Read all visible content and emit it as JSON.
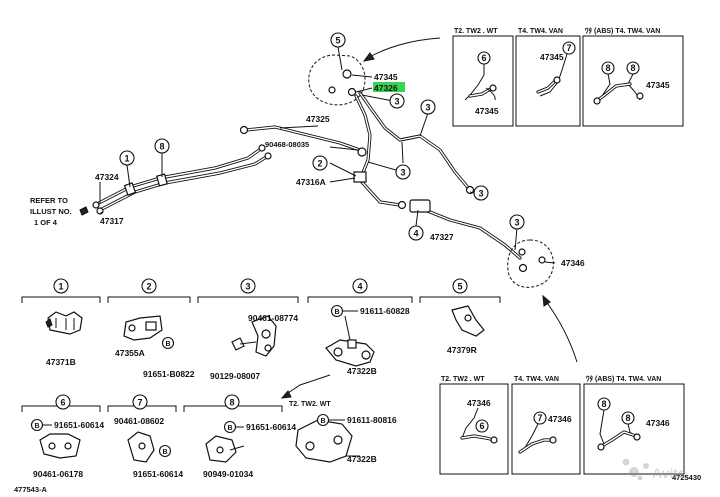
{
  "main_labels": {
    "p47345": "47345",
    "p47326": "47326",
    "p47325": "47325",
    "p90468": "90468-08035",
    "p47316A": "47316A",
    "p47324": "47324",
    "p47317": "47317",
    "p47327": "47327",
    "p47346": "47346",
    "refer_line1": "REFER TO",
    "refer_line2": "ILLUST NO.",
    "refer_line3": "1  OF 4"
  },
  "callouts": {
    "c1": "1",
    "c2": "2",
    "c3": "3",
    "c4": "4",
    "c5": "5",
    "c6": "6",
    "c7": "7",
    "c8": "8",
    "b": "B"
  },
  "top_variants": {
    "v1_header": "T2. TW2 . WT",
    "v1_label": "47345",
    "v2_header": "T4. TW4. VAN",
    "v2_label": "47345",
    "v3_header": "ﾜﾀ (ABS) T4. TW4. VAN",
    "v3_label": "47345"
  },
  "detail_parts": {
    "d1": "47371B",
    "d2a": "47355A",
    "d2b": "91651-B0822",
    "d3a": "90461-08774",
    "d3b": "90129-08007",
    "d4a": "91611-60828",
    "d4b": "47322B",
    "d5": "47379R",
    "d6a": "91651-60614",
    "d6b": "90461-06178",
    "d7a": "90461-08602",
    "d7b": "91651-60614",
    "d8a": "91651-60614",
    "d8b": "90949-01034",
    "inset_header": "T2. TW2. WT",
    "inset_a": "91611-80816",
    "inset_b": "47322B"
  },
  "bottom_variants": {
    "v1_header": "T2. TW2 . WT",
    "v1_label": "47346",
    "v2_header": "T4. TW4. VAN",
    "v2_label": "47346",
    "v3_header": "ﾜﾀ (ABS) T4. TW4. VAN",
    "v3_label": "47346"
  },
  "footer": {
    "left_code": "477543-A",
    "right_code": "4725430",
    "watermark": "Avito"
  },
  "colors": {
    "highlight": "#39d353",
    "ink": "#111111"
  }
}
